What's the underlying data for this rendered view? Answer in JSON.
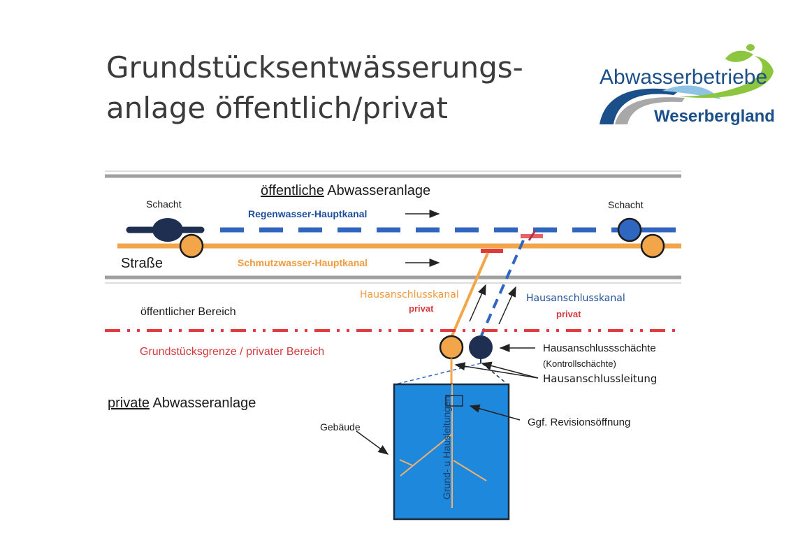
{
  "title": {
    "line1": "Grundstücksentwässerungs-",
    "line2": "anlage öffentlich/privat"
  },
  "logo": {
    "line1": "Abwasserbetriebe",
    "line2": "Weserbergland",
    "colors": {
      "dark_blue": "#1b4f8a",
      "light_blue": "#8fc3e6",
      "grey": "#a8a8a8",
      "green": "#8cc63f"
    }
  },
  "diagram": {
    "public_heading_underlined": "öffentliche",
    "public_heading_rest": " Abwasseranlage",
    "schacht_left": "Schacht",
    "schacht_right": "Schacht",
    "rain_main": "Regenwasser-Hauptkanal",
    "dirty_main": "Schmutzwasser-Hauptkanal",
    "street": "Straße",
    "public_area": "öffentlicher Bereich",
    "boundary": "Grundstücksgrenze / privater Bereich",
    "private_heading_underlined": "private",
    "private_heading_rest": " Abwasseranlage",
    "house_conn_orange": "Hausanschlusskanal",
    "house_conn_orange_private": "privat",
    "house_conn_blue": "Hausanschlusskanal",
    "house_conn_blue_private": "privat",
    "shafts": "Hausanschlussschächte",
    "shafts_sub": "(Kontrollschächte)",
    "house_line": "Hausanschlussleitung",
    "building": "Gebäude",
    "inner_pipes": "Grund- u Hausleitungen",
    "revision": "Ggf. Revisionsöffnung"
  },
  "colors": {
    "rain_blue": "#2f66c0",
    "dirty_orange": "#f3a54a",
    "boundary_red": "#e03a3e",
    "dark_navy": "#1e2f52",
    "building_blue": "#1e88dc",
    "road_grey": "#a0a0a0"
  }
}
